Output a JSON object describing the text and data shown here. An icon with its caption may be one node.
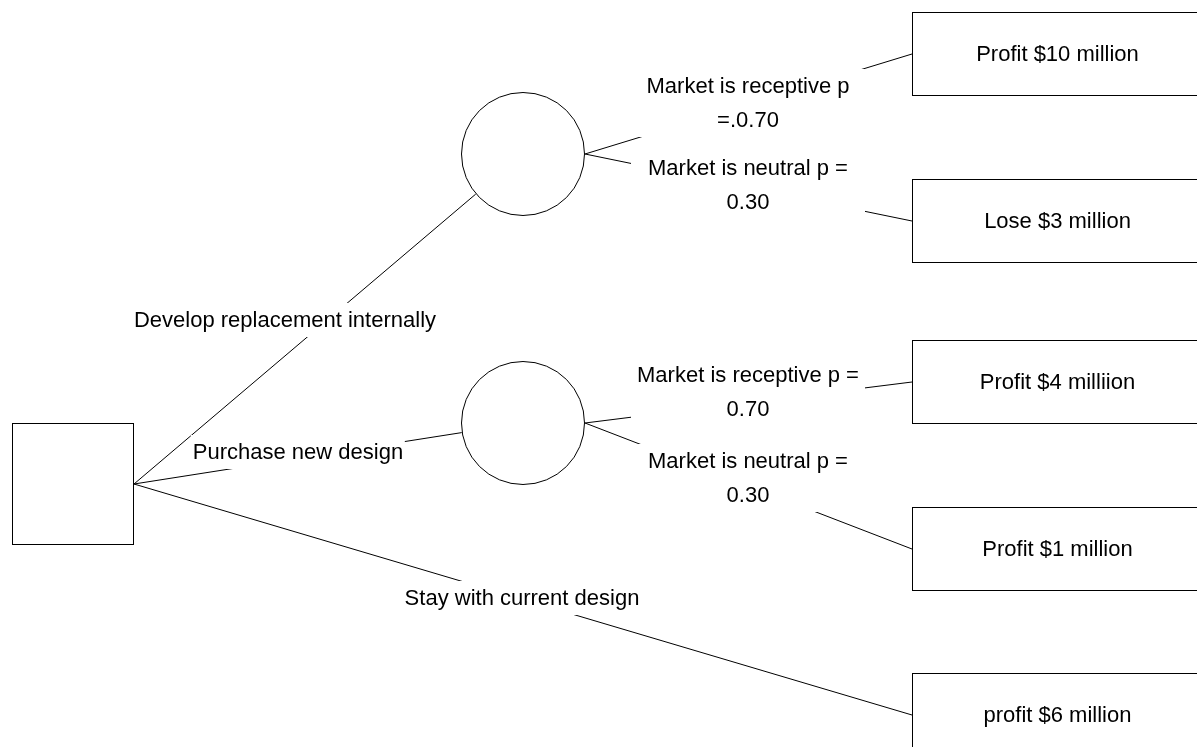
{
  "diagram": {
    "nodes": [
      {
        "text": [],
        "shape": "box"
      },
      {
        "text": [],
        "shape": "circle"
      },
      {
        "text": [],
        "shape": "circle"
      },
      {
        "text": [
          "Profit $10 million"
        ]
      },
      {
        "text": [
          "Lose $3 million"
        ]
      },
      {
        "text": [
          "Profit $4 milliion"
        ]
      },
      {
        "text": [
          "Profit $1 million"
        ]
      },
      {
        "text": [
          "profit $6 million"
        ]
      }
    ],
    "edges": [
      {
        "from": 0,
        "to": 1,
        "arrow": "none",
        "label": "Develop replacement internally"
      },
      {
        "from": 0,
        "to": 2,
        "arrow": "none",
        "label": "Purchase new design"
      },
      {
        "from": 0,
        "to": 7,
        "arrow": "none",
        "label": "Stay with current design"
      },
      {
        "from": 1,
        "to": 3,
        "arrow": "none",
        "label": "Market is receptive p =.0.70"
      },
      {
        "from": 1,
        "to": 4,
        "arrow": "none",
        "label": "Market is neutral p = 0.30"
      },
      {
        "from": 2,
        "to": 5,
        "arrow": "none",
        "label": "Market is receptive p = 0.70"
      },
      {
        "from": 2,
        "to": 6,
        "arrow": "none",
        "label": "Market is neutral p = 0.30"
      }
    ]
  }
}
